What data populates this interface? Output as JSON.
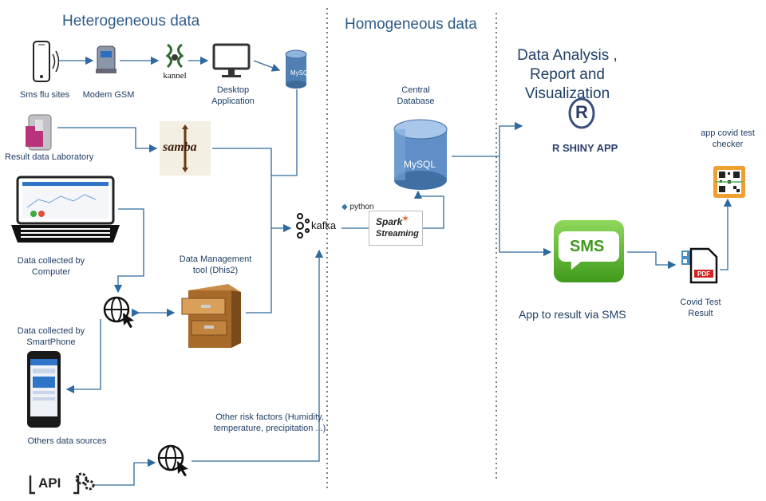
{
  "headings": {
    "heterogeneous": "Heterogeneous data",
    "homogeneous": "Homogeneous data",
    "analysis_line1": "Data Analysis ,",
    "analysis_line2": "Report and",
    "analysis_line3": "Visualization"
  },
  "labels": {
    "sms_flu_sites": "Sms flu sites",
    "modem_gsm": "Modem GSM",
    "kannel": "kannel",
    "desktop_app_line1": "Desktop",
    "desktop_app_line2": "Application",
    "mysql_small": "MySQL",
    "result_lab": "Result data Laboratory",
    "samba": "samba",
    "computer_line1": "Data collected by",
    "computer_line2": "Computer",
    "dms_line1": "Data Management",
    "dms_line2": "tool (Dhis2)",
    "smartphone_line1": "Data collected by",
    "smartphone_line2": "SmartPhone",
    "others_sources": "Others data sources",
    "api": "API",
    "other_risk_line1": "Other risk factors (Humidity,",
    "other_risk_line2": "temperature, precipitation ...)",
    "central_db_line1": "Central",
    "central_db_line2": "Database",
    "mysql_big": "MySQL",
    "kafka": "kafka",
    "python": "python",
    "spark_line1": "Spark",
    "spark_line2": "Streaming",
    "rshiny": "R SHINY APP",
    "r_letter": "R",
    "sms": "SMS",
    "app_to_result": "App to result via SMS",
    "covid_checker_line1": "app covid test",
    "covid_checker_line2": "checker",
    "covid_result_line1": "Covid Test",
    "covid_result_line2": "Result",
    "pdf": "PDF"
  },
  "colors": {
    "line": "#2e6a9e",
    "heading": "#2e5b8a",
    "sms_green": "#5cb82e",
    "qr_orange": "#f0a030"
  },
  "icons": [
    "phone-icon",
    "modem-icon",
    "kannel-icon",
    "monitor-icon",
    "mysql-small-icon",
    "lab-icon",
    "samba-icon",
    "laptop-icon",
    "globe-icon",
    "cabinet-icon",
    "smartphone-icon",
    "api-icon",
    "kafka-icon",
    "spark-icon",
    "database-icon",
    "r-logo-icon",
    "sms-icon",
    "pdf-icon",
    "qr-icon"
  ]
}
